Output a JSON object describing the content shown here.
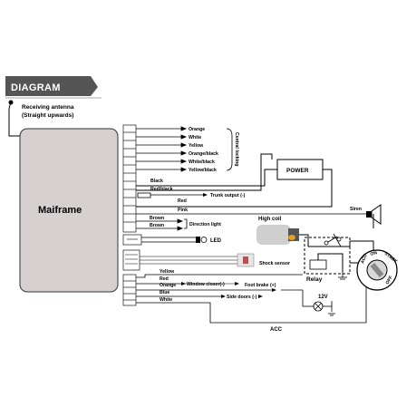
{
  "header": {
    "title": "DIAGRAM"
  },
  "antenna": {
    "line1": "Receiving antenna",
    "line2": "(Straight upwards)"
  },
  "mainframe": {
    "label": "Maiframe"
  },
  "wires": {
    "orange": "Orange",
    "white": "White",
    "yellow": "Yellow",
    "orange_black": "Orange/black",
    "white_black": "White/black",
    "yellow_black": "Yellow/black",
    "central_locking": "Central locking",
    "black": "Black",
    "red_black": "Red/black",
    "red": "Red",
    "trunk_output": "Trunk output (-)",
    "pink": "Pink",
    "brown_1": "Brown",
    "brown_2": "Brown",
    "direction_light": "Direction light",
    "led": "LED",
    "shock_sensor": "Shock sensor",
    "yellow_2": "Yellow",
    "red_2": "Red",
    "orange_2": "Orange",
    "blue": "Blue",
    "white_2": "White",
    "window_closer": "Window closer(-)",
    "foot_brake": "Foot brake (+)",
    "side_doors": "Side doors (-)"
  },
  "components": {
    "power": "POWER",
    "siren": "Siren",
    "high_coil": "High coil",
    "relay": "Relay",
    "voltage": "12V",
    "acc": "ACC"
  },
  "ignition": {
    "acc": "ACC",
    "on": "ON",
    "start": "START",
    "off": "OFF"
  }
}
